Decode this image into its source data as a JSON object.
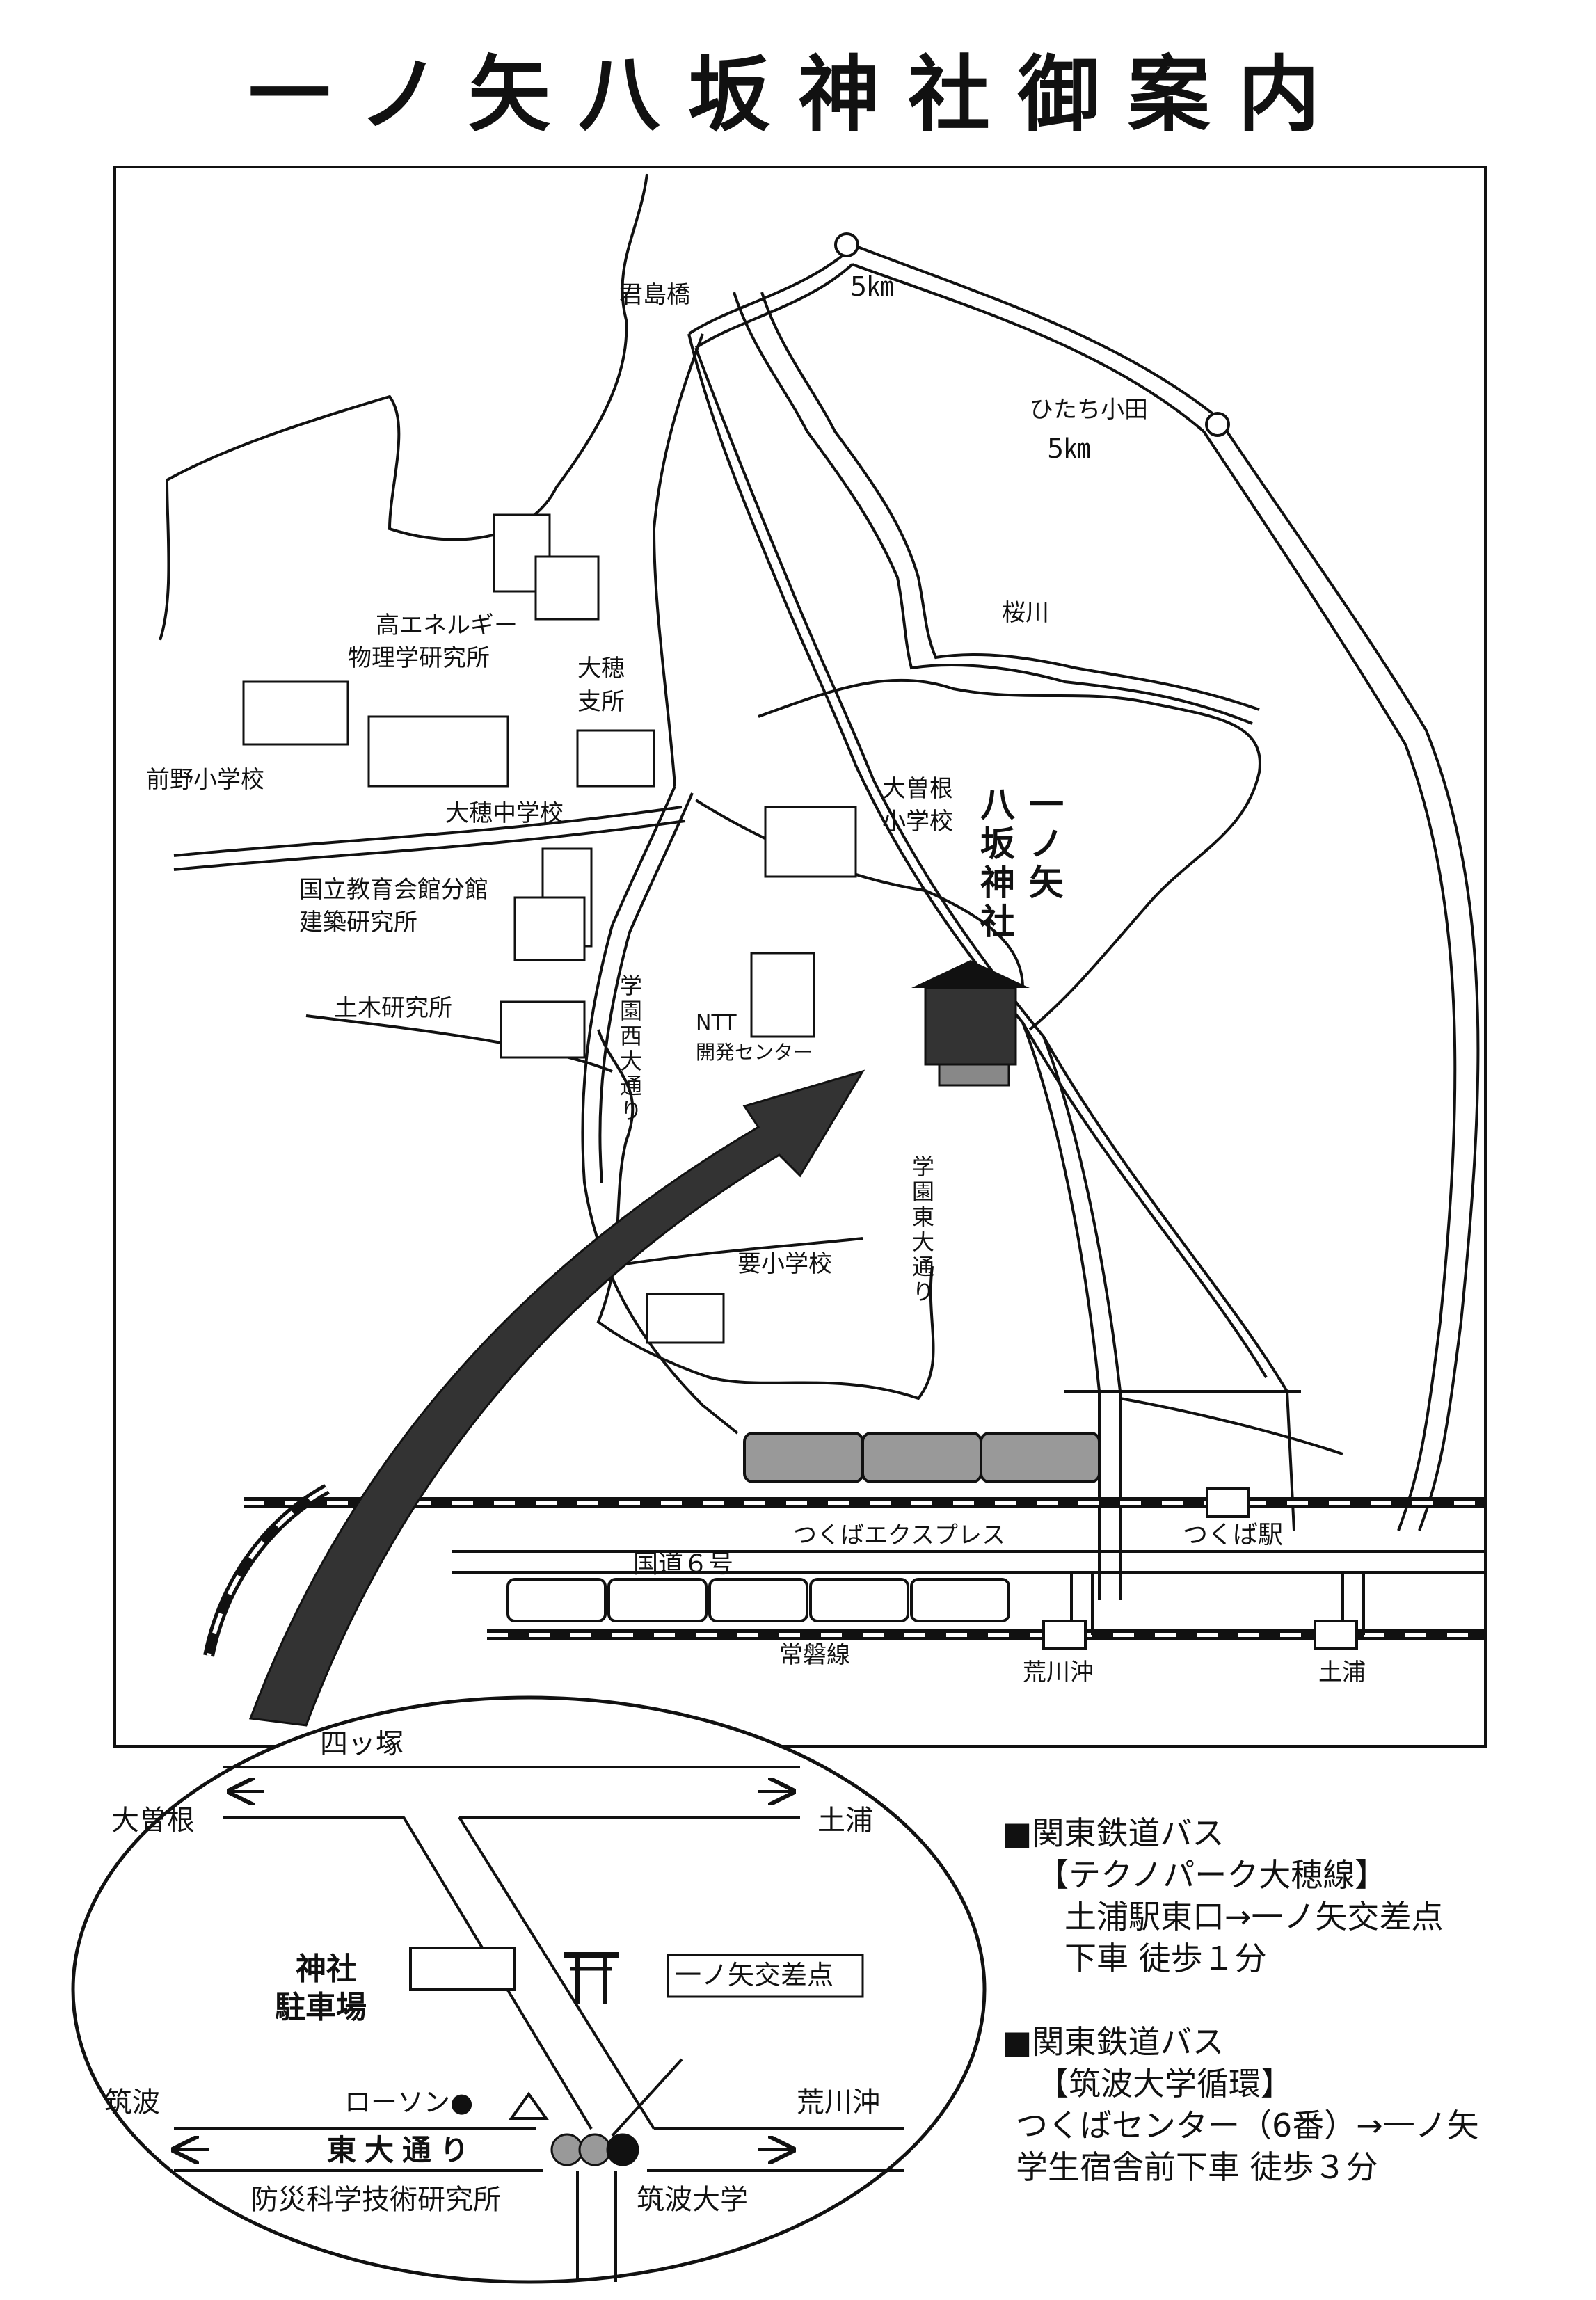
{
  "title": "一ノ矢八坂神社御案内",
  "map": {
    "kimishima_bridge": "君島橋",
    "dist_top": "5㎞",
    "hitachi_oda": "ひたち小田",
    "dist_right": "5㎞",
    "sakuragawa": "桜川",
    "kek_line1": "高エネルギー",
    "kek_line2": "物理学研究所",
    "oho_branch_line1": "大穂",
    "oho_branch_line2": "支所",
    "maeno_school": "前野小学校",
    "oho_jhs": "大穂中学校",
    "ohsone_es_line1": "大曽根",
    "ohsone_es_line2": "小学校",
    "shrine_col1": "一ノ矢",
    "shrine_col2": "八坂神社",
    "nier_line1": "国立教育会館分館",
    "nier_line2": "建築研究所",
    "pwri": "土木研究所",
    "gakuen_nishi": "学園西大通り",
    "ntt_line1": "NTT",
    "ntt_line2": "開発センター",
    "gakuen_higashi": "学園東大通り",
    "kaname_school": "要小学校",
    "tx_line": "つくばエクスプレス",
    "tsukuba_station": "つくば駅",
    "route6": "国道６号",
    "joban_line": "常磐線",
    "arakawaoki": "荒川沖",
    "tsuchiura": "土浦"
  },
  "inset": {
    "yotsuzuka": "四ッ塚",
    "ohsone": "大曽根",
    "tsuchiura": "土浦",
    "shrine_parking_line1": "神社",
    "shrine_parking_line2": "駐車場",
    "ichinoya_crossing": "一ノ矢交差点",
    "lawson": "ローソン●",
    "tsukuba": "筑波",
    "arakawaoki": "荒川沖",
    "higashi_odori": "東大通り",
    "nied": "防災科学技術研究所",
    "tsukuba_univ": "筑波大学"
  },
  "access": [
    {
      "header": "■関東鉄道バス",
      "line_name": "【テクノパーク大穂線】",
      "route": "土浦駅東口→一ノ矢交差点",
      "walk": "下車 徒歩１分"
    },
    {
      "header": "■関東鉄道バス",
      "line_name": "【筑波大学循環】",
      "route": "つくばセンター（6番）→一ノ矢",
      "walk": "学生宿舎前下車 徒歩３分"
    }
  ]
}
